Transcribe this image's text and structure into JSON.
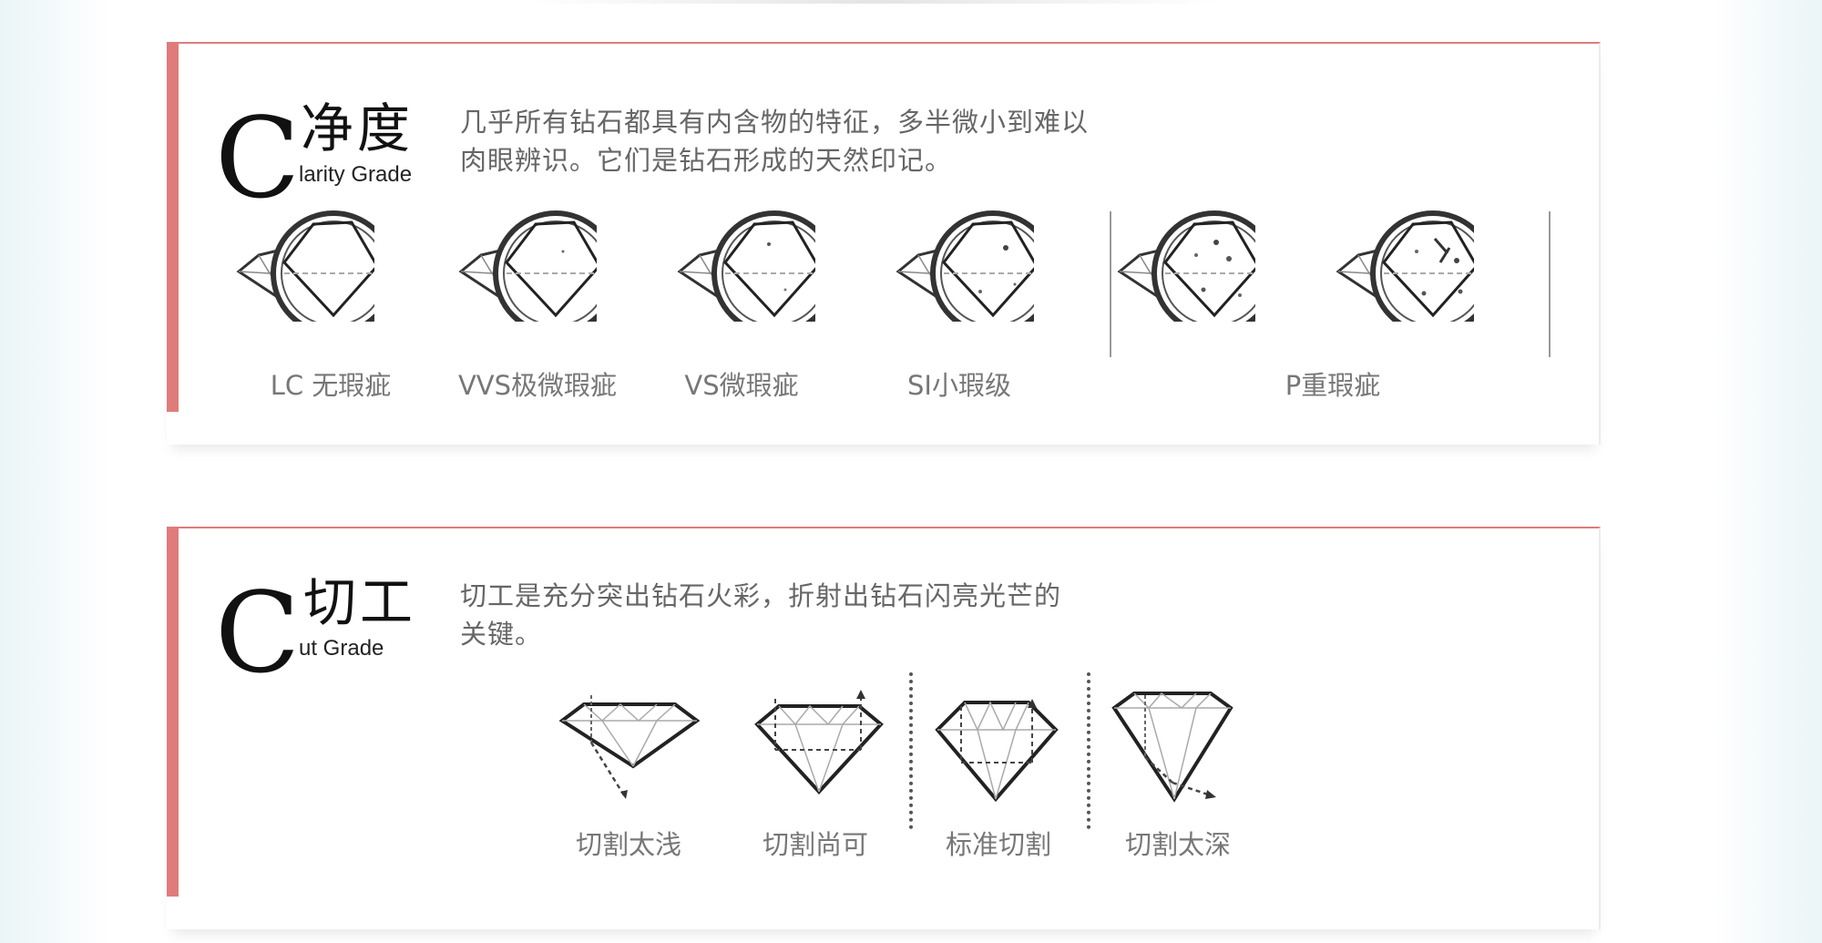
{
  "clarity": {
    "letter": "C",
    "title_cn": "净度",
    "subtitle_en": "larity Grade",
    "description": [
      "几乎所有钻石都具有内含物的特征，多半微小到难以",
      "肉眼辨识。它们是钻石形成的天然印记。"
    ],
    "grades": [
      {
        "label": "LC 无瑕疵"
      },
      {
        "label": "VVS极微瑕疵"
      },
      {
        "label": "VS微瑕疵"
      },
      {
        "label": "SI小瑕级"
      },
      {
        "label": "P重瑕疵"
      }
    ]
  },
  "cut": {
    "letter": "C",
    "title_cn": "切工",
    "subtitle_en": "ut Grade",
    "description": [
      "切工是充分突出钻石火彩，折射出钻石闪亮光芒的",
      "关键。"
    ],
    "grades": [
      {
        "label": "切割太浅"
      },
      {
        "label": "切割尚可"
      },
      {
        "label": "标准切割"
      },
      {
        "label": "切割太深"
      }
    ]
  },
  "colors": {
    "accent": "#e07b7b",
    "ink": "#111111",
    "text_gray": "#666666"
  }
}
